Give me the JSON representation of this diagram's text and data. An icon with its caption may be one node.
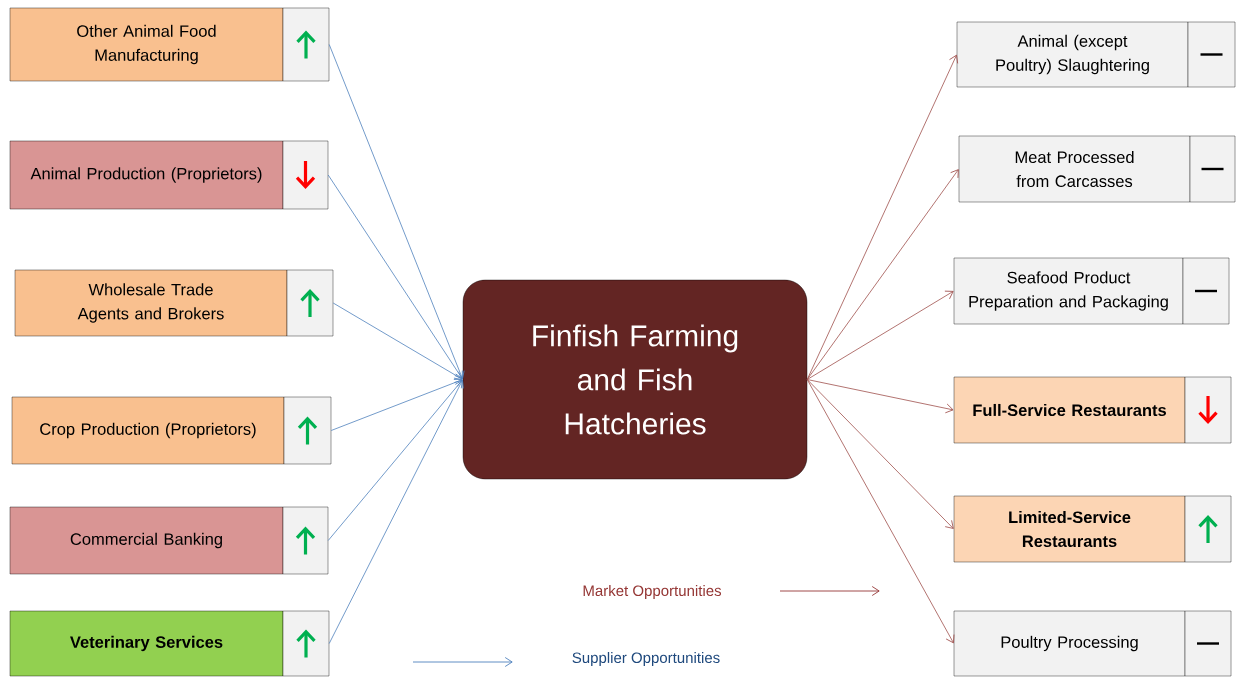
{
  "diagram": {
    "nodes": [
      {
        "text": [
          "Other Animal Food Manufacturing"
        ]
      },
      {
        "text": [],
        "shape": "up-arrow"
      },
      {
        "text": [
          "Animal Production (Proprietors)"
        ]
      },
      {
        "text": [],
        "shape": "down-arrow"
      },
      {
        "text": [
          "Wholesale Trade Agents and Brokers"
        ]
      },
      {
        "text": [],
        "shape": "up-arrow"
      },
      {
        "text": [
          "Crop Production (Proprietors)"
        ]
      },
      {
        "text": [],
        "shape": "up-arrow"
      },
      {
        "text": [
          "Commercial Banking"
        ]
      },
      {
        "text": [],
        "shape": "up-arrow"
      },
      {
        "text": [
          "Veterinary Services"
        ]
      },
      {
        "text": [],
        "shape": "up-arrow"
      },
      {
        "text": [
          "Finfish Farming and Fish Hatcheries"
        ]
      },
      {
        "text": [
          "Animal (except Poultry) Slaughtering"
        ]
      },
      {
        "text": [],
        "shape": "dash"
      },
      {
        "text": [
          "Meat Processed from Carcasses"
        ]
      },
      {
        "text": [],
        "shape": "dash"
      },
      {
        "text": [
          "Seafood Product Preparation and Packaging"
        ]
      },
      {
        "text": [],
        "shape": "dash"
      },
      {
        "text": [
          "Full-Service Restaurants"
        ]
      },
      {
        "text": [],
        "shape": "down-arrow"
      },
      {
        "text": [
          "Limited-Service Restaurants"
        ]
      },
      {
        "text": [],
        "shape": "up-arrow"
      },
      {
        "text": [
          "Poultry Processing"
        ]
      },
      {
        "text": [],
        "shape": "dash"
      }
    ],
    "edges": [
      {
        "from": 1,
        "to": 12,
        "arrow": "to",
        "color": "#4f81bd"
      },
      {
        "from": 3,
        "to": 12,
        "arrow": "to",
        "color": "#4f81bd"
      },
      {
        "from": 5,
        "to": 12,
        "arrow": "to",
        "color": "#4f81bd"
      },
      {
        "from": 7,
        "to": 12,
        "arrow": "to",
        "color": "#4f81bd"
      },
      {
        "from": 9,
        "to": 12,
        "arrow": "to",
        "color": "#4f81bd"
      },
      {
        "from": 11,
        "to": 12,
        "arrow": "to",
        "color": "#4f81bd"
      },
      {
        "from": 12,
        "to": 13,
        "arrow": "to",
        "color": "#a0504d"
      },
      {
        "from": 12,
        "to": 15,
        "arrow": "to",
        "color": "#a0504d"
      },
      {
        "from": 12,
        "to": 17,
        "arrow": "to",
        "color": "#a0504d"
      },
      {
        "from": 12,
        "to": 19,
        "arrow": "to",
        "color": "#a0504d"
      },
      {
        "from": 12,
        "to": 21,
        "arrow": "to",
        "color": "#a0504d"
      },
      {
        "from": 12,
        "to": 23,
        "arrow": "to",
        "color": "#a0504d"
      }
    ],
    "legend": [
      {
        "text": "Market Opportunities"
      },
      {
        "text": "Supplier Opportunities"
      }
    ]
  }
}
